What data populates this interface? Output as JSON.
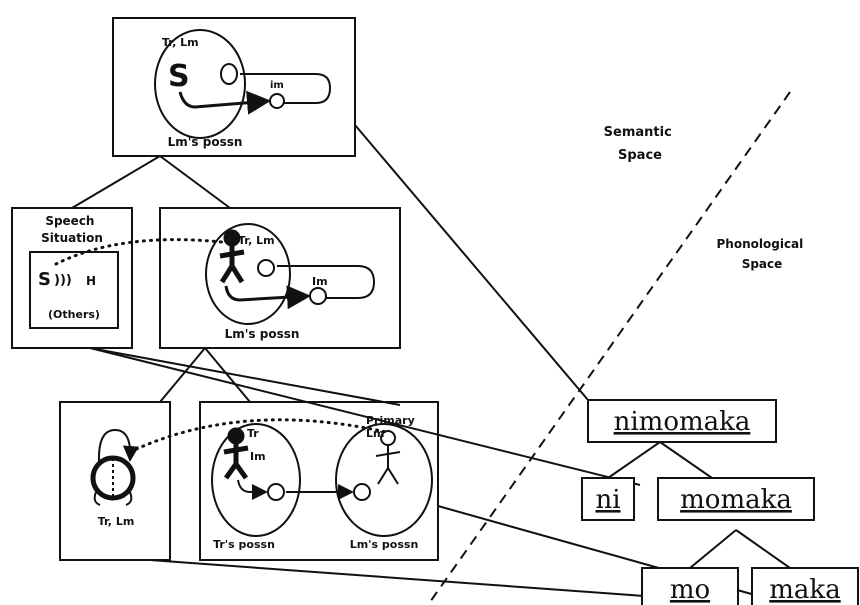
{
  "semantic_space_label": [
    "Semantic",
    "Space"
  ],
  "phonological_space_label": [
    "Phonological",
    "Space"
  ],
  "top_box": {
    "tr_lm": "Tr, Lm",
    "s": "S",
    "im": "im",
    "caption": "Lm's possn"
  },
  "speech_box": {
    "title": [
      "Speech",
      "Situation"
    ],
    "s": "S",
    "waves": ")))",
    "h": "H",
    "others": "(Others)"
  },
  "mid_box": {
    "tr_lm": "Tr, Lm",
    "im": "Im",
    "caption": "Lm's possn"
  },
  "refl_box": {
    "caption": "Tr, Lm"
  },
  "bot_box": {
    "tr": "Tr",
    "im": "Im",
    "primary": "Primary",
    "lm": "Lm",
    "cap_left": "Tr's possn",
    "cap_right": "Lm's possn"
  },
  "words": {
    "nimomaka": "nimomaka",
    "ni": "ni",
    "momaka": "momaka",
    "mo": "mo",
    "maka": "maka"
  }
}
